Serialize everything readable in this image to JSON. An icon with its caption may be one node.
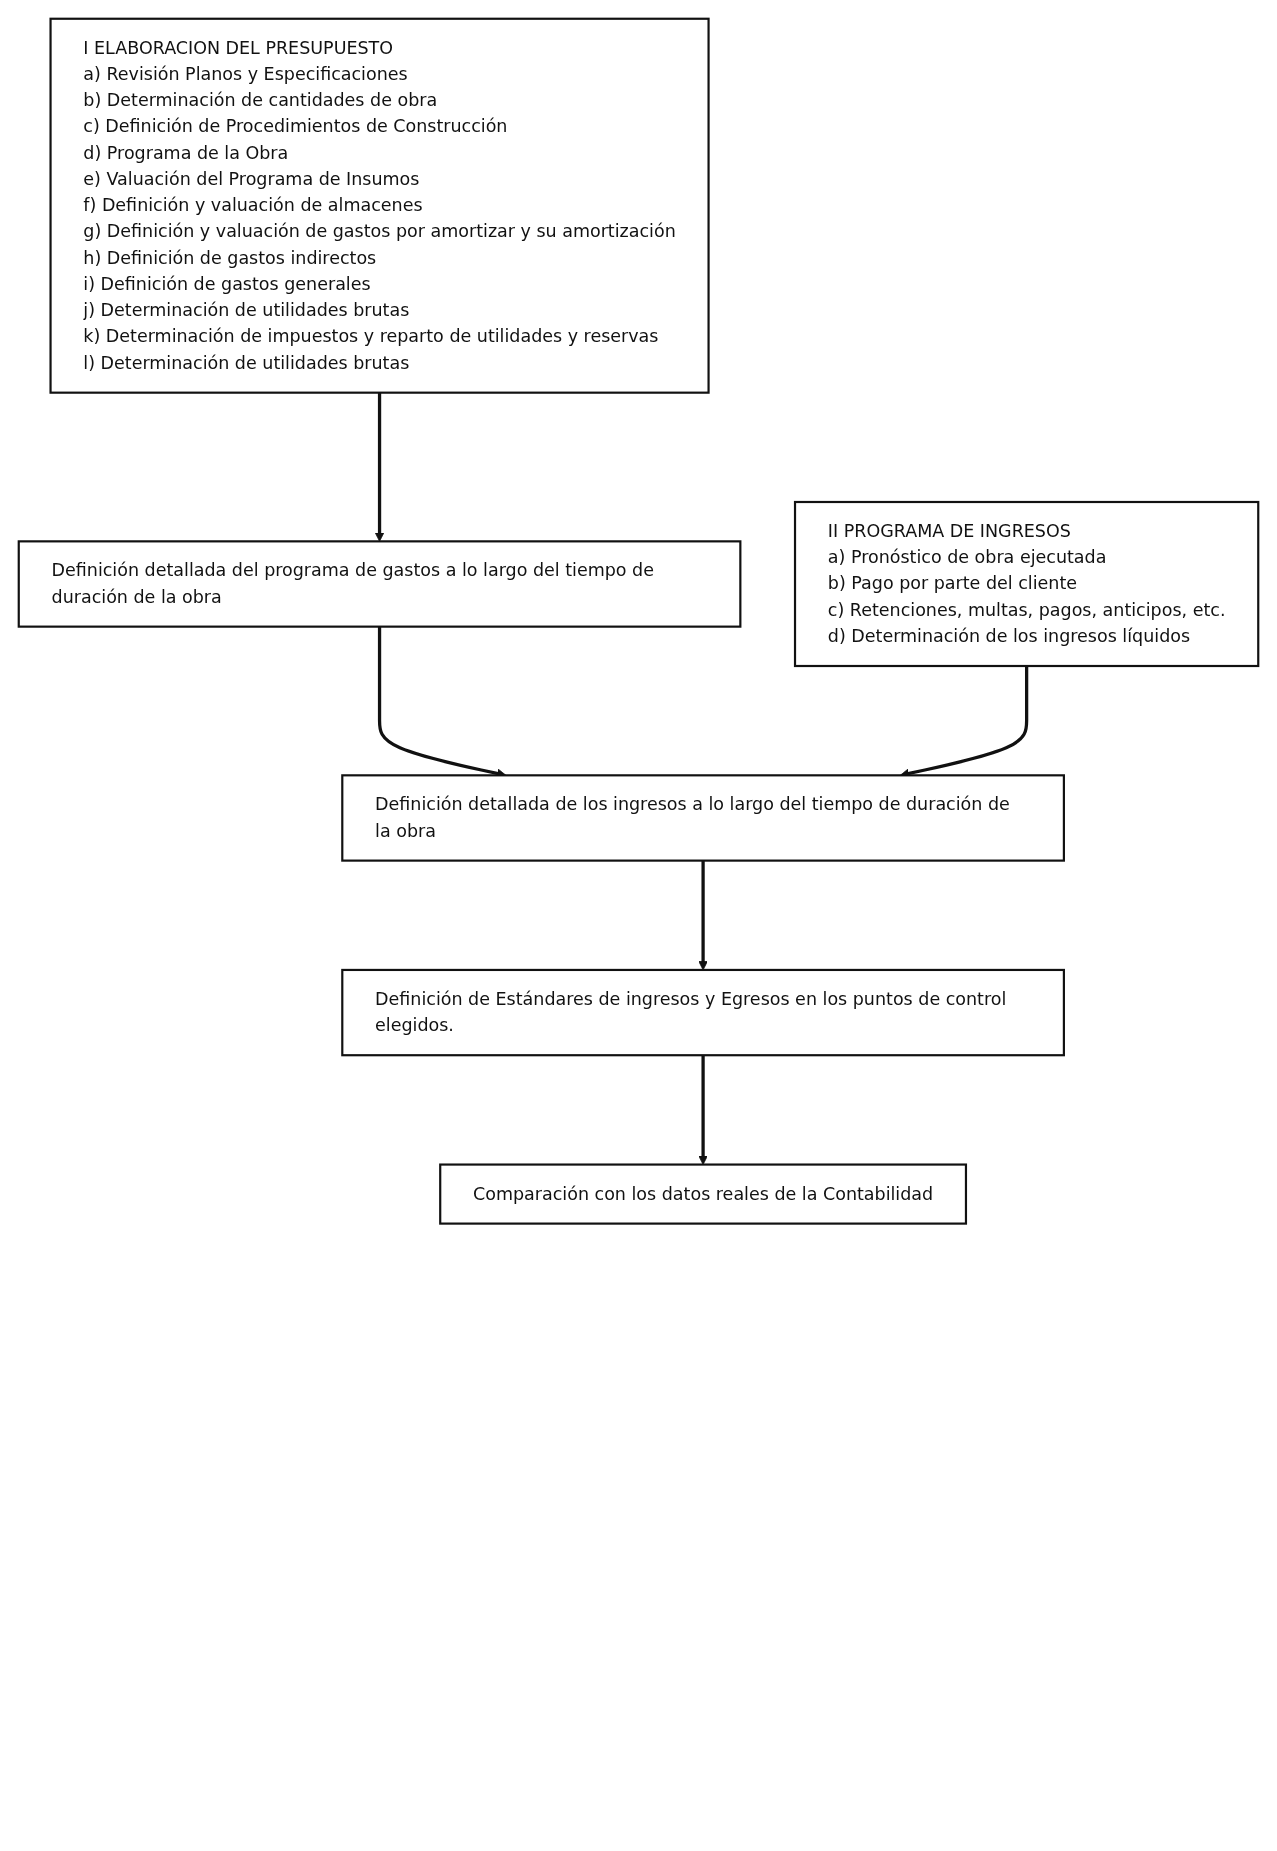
{
  "diagram": {
    "nodes": [
      {
        "text": [
          "I ELABORACION DEL PRESUPUESTO",
          "a) Revisión Planos y Especificaciones",
          "b) Determinación de cantidades de obra",
          "c) Definición de Procedimientos de Construcción",
          "d) Programa de la Obra",
          "e) Valuación del Programa de Insumos",
          "f) Definición y valuación de almacenes",
          "g) Definición y valuación de gastos por amortizar y su amortización",
          "h) Definición de gastos indirectos",
          "i) Definición de gastos generales",
          "j) Determinación de utilidades brutas",
          "k) Determinación de impuestos y reparto de utilidades y reservas",
          "l) Determinación de utilidades brutas"
        ]
      },
      {
        "text": [
          "Definición detallada del programa de gastos a lo largo del tiempo de duración de la obra"
        ]
      },
      {
        "text": [
          "II PROGRAMA DE INGRESOS",
          "a) Pronóstico de obra ejecutada",
          "b) Pago por parte del cliente",
          "c) Retenciones, multas, pagos, anticipos, etc.",
          "d) Determinación de los ingresos líquidos"
        ]
      },
      {
        "text": [
          "Definición detallada de los ingresos a lo largo del tiempo de duración de la obra"
        ]
      },
      {
        "text": [
          "Definición de Estándares de ingresos y Egresos en los puntos de control elegidos."
        ]
      },
      {
        "text": [
          "Comparación con los datos reales de la Contabilidad"
        ]
      }
    ],
    "edges": [
      {
        "from": 0,
        "to": 1,
        "arrow": "to"
      },
      {
        "from": 1,
        "to": 3,
        "arrow": "to"
      },
      {
        "from": 2,
        "to": 3,
        "arrow": "to"
      },
      {
        "from": 3,
        "to": 4,
        "arrow": "to"
      },
      {
        "from": 4,
        "to": 5,
        "arrow": "to"
      }
    ]
  }
}
